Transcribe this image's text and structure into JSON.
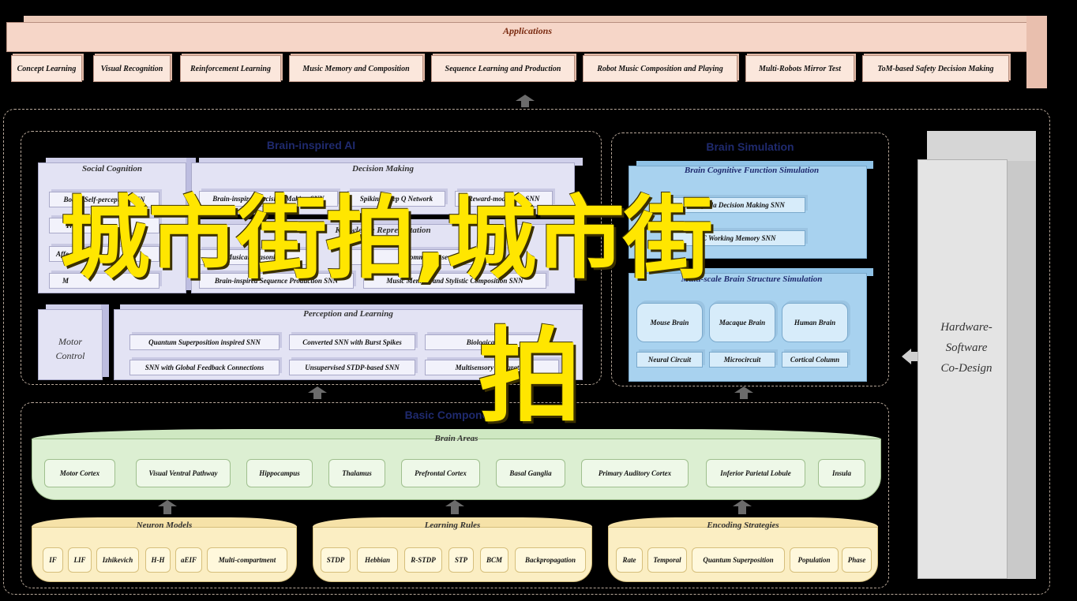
{
  "applications": {
    "title": "Applications",
    "items": [
      "Concept Learning",
      "Visual Recognition",
      "Reinforcement Learning",
      "Music Memory and Composition",
      "Sequence Learning and Production",
      "Robot Music Composition and Playing",
      "Multi-Robots Mirror Test",
      "ToM-based Safety Decision Making"
    ]
  },
  "brain_ai": {
    "title": "Brain-inspired AI",
    "social": {
      "title": "Social Cognition",
      "items": [
        "Bodily Self-perception SNN",
        "Th",
        "Affe",
        "M"
      ]
    },
    "decision": {
      "title": "Decision Making",
      "items": [
        "Brain-inspired Decision-Making SNN",
        "Spiking Deep Q Network",
        "Reward-modulated SNN"
      ]
    },
    "knowledge": {
      "title": "Knowledge Representation",
      "items": [
        "Musical Reasoning",
        "Commonsense",
        "Brain-inspired Sequence Production SNN",
        "Music Memory and Stylistic Composition SNN"
      ]
    },
    "motor": {
      "line1": "Motor",
      "line2": "Control"
    },
    "perception": {
      "title": "Perception and Learning",
      "items": [
        "Quantum Superposition inspired SNN",
        "Converted SNN with Burst Spikes",
        "Biologically",
        "SNN with Global Feedback Connections",
        "Unsupervised STDP-based SNN",
        "Multisensory Integration"
      ]
    }
  },
  "brain_sim": {
    "title": "Brain Simulation",
    "cognitive": {
      "title": "Brain Cognitive Function Simulation",
      "items": [
        "Drosophila Decision Making SNN",
        "PFC Working Memory SNN"
      ]
    },
    "multiscale": {
      "title": "Multi-scale Brain Structure Simulation",
      "items": [
        "Mouse Brain",
        "Macaque Brain",
        "Human Brain",
        "Neural Circuit",
        "Microcircuit",
        "Cortical Column"
      ]
    }
  },
  "hardware": {
    "line1": "Hardware-",
    "line2": "Software",
    "line3": "Co-Design"
  },
  "basic": {
    "title": "Basic Components",
    "brain_areas": {
      "title": "Brain Areas",
      "items": [
        "Motor Cortex",
        "Visual Ventral Pathway",
        "Hippocampus",
        "Thalamus",
        "Prefrontal Cortex",
        "Basal Ganglia",
        "Primary Auditory Cortex",
        "Inferior Parietal Lobule",
        "Insula"
      ]
    },
    "neuron_models": {
      "title": "Neuron Models",
      "items": [
        "IF",
        "LIF",
        "Izhikevich",
        "H-H",
        "aEIF",
        "Multi-compartment"
      ]
    },
    "learning_rules": {
      "title": "Learning Rules",
      "items": [
        "STDP",
        "Hebbian",
        "R-STDP",
        "STP",
        "BCM",
        "Backpropagation"
      ]
    },
    "encoding": {
      "title": "Encoding Strategies",
      "items": [
        "Rate",
        "Temporal",
        "Quantum Superposition",
        "Population",
        "Phase"
      ]
    }
  },
  "overlay": {
    "line1": "城市街拍,城市街",
    "line2": "拍"
  }
}
